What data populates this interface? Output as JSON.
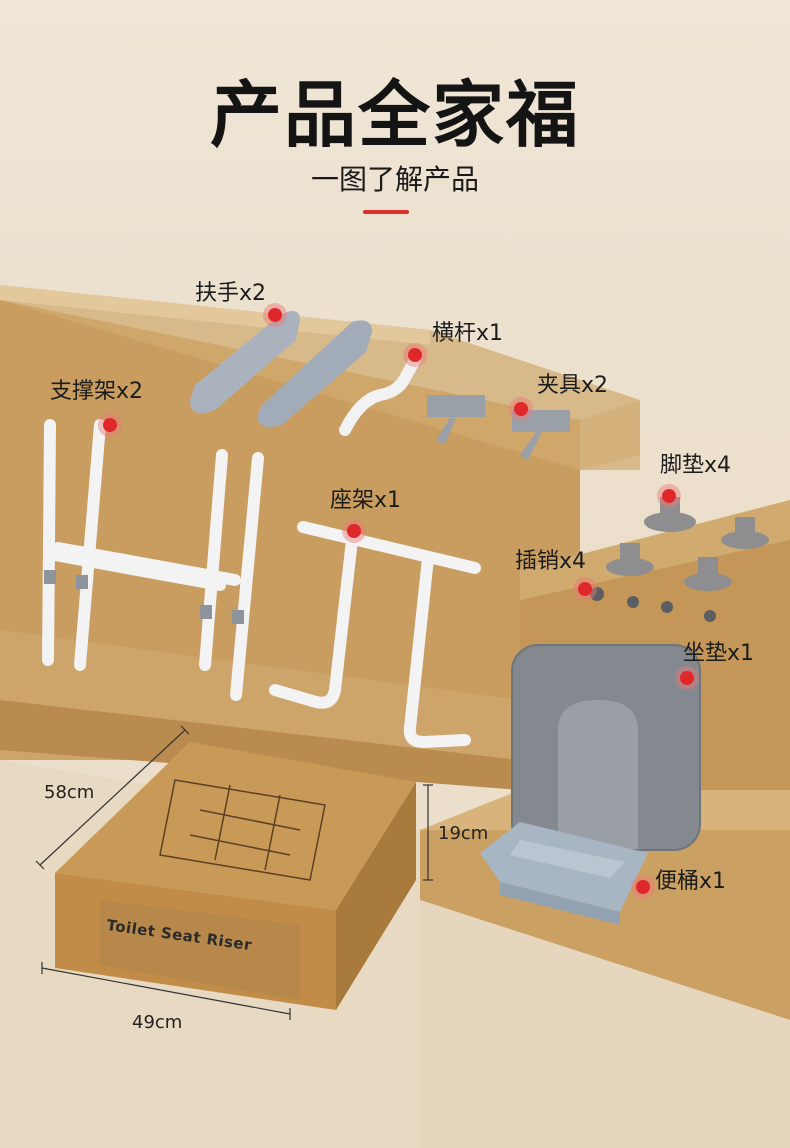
{
  "title": "产品全家福",
  "subtitle": "一图了解产品",
  "accent_color": "#d9322c",
  "parts": [
    {
      "id": "armrest",
      "label": "扶手x2"
    },
    {
      "id": "crossbar",
      "label": "横杆x1"
    },
    {
      "id": "clamp",
      "label": "夹具x2"
    },
    {
      "id": "support",
      "label": "支撑架x2"
    },
    {
      "id": "footpad",
      "label": "脚垫x4"
    },
    {
      "id": "seatframe",
      "label": "座架x1"
    },
    {
      "id": "pin",
      "label": "插销x4"
    },
    {
      "id": "cushion",
      "label": "坐垫x1"
    },
    {
      "id": "bucket",
      "label": "便桶x1"
    }
  ],
  "box": {
    "product_name": "Toilet Seat Riser",
    "depth_label": "58cm",
    "height_label": "19cm",
    "width_label": "49cm"
  }
}
